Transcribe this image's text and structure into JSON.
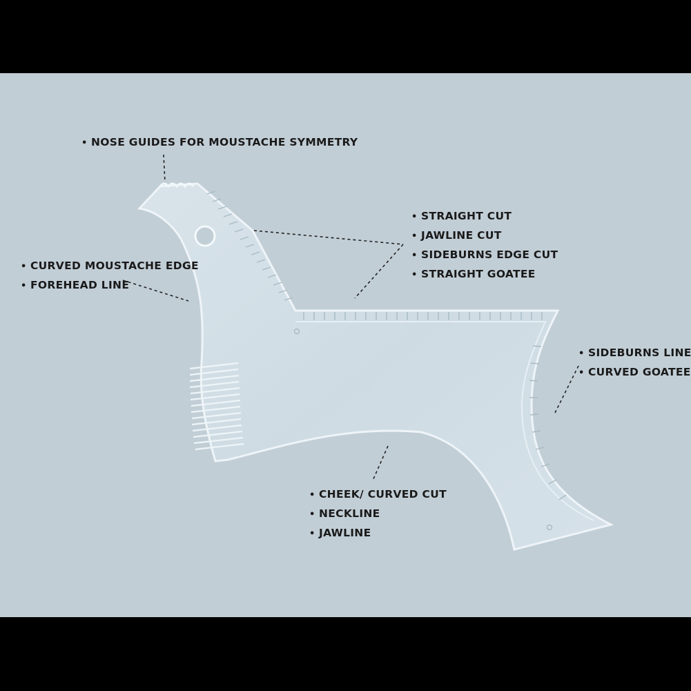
{
  "background_colors": {
    "frame": "#000000",
    "backdrop": "#c2ced6",
    "tool_fill": "#d5e1e8",
    "tool_edge": "#eef5f8",
    "text": "#1a1a1a"
  },
  "image_subject": "transparent-beard-shaping-template",
  "callouts": {
    "nose": [
      "NOSE GUIDES FOR MOUSTACHE SYMMETRY"
    ],
    "straight": [
      "STRAIGHT CUT",
      "JAWLINE CUT",
      "SIDEBURNS EDGE CUT",
      "STRAIGHT GOATEE"
    ],
    "curved": [
      "CURVED MOUSTACHE EDGE",
      "FOREHEAD LINE"
    ],
    "sideburns": [
      "SIDEBURNS LINE",
      "CURVED GOATEE"
    ],
    "cheek": [
      "CHEEK/ CURVED CUT",
      "NECKLINE",
      "JAWLINE"
    ]
  }
}
